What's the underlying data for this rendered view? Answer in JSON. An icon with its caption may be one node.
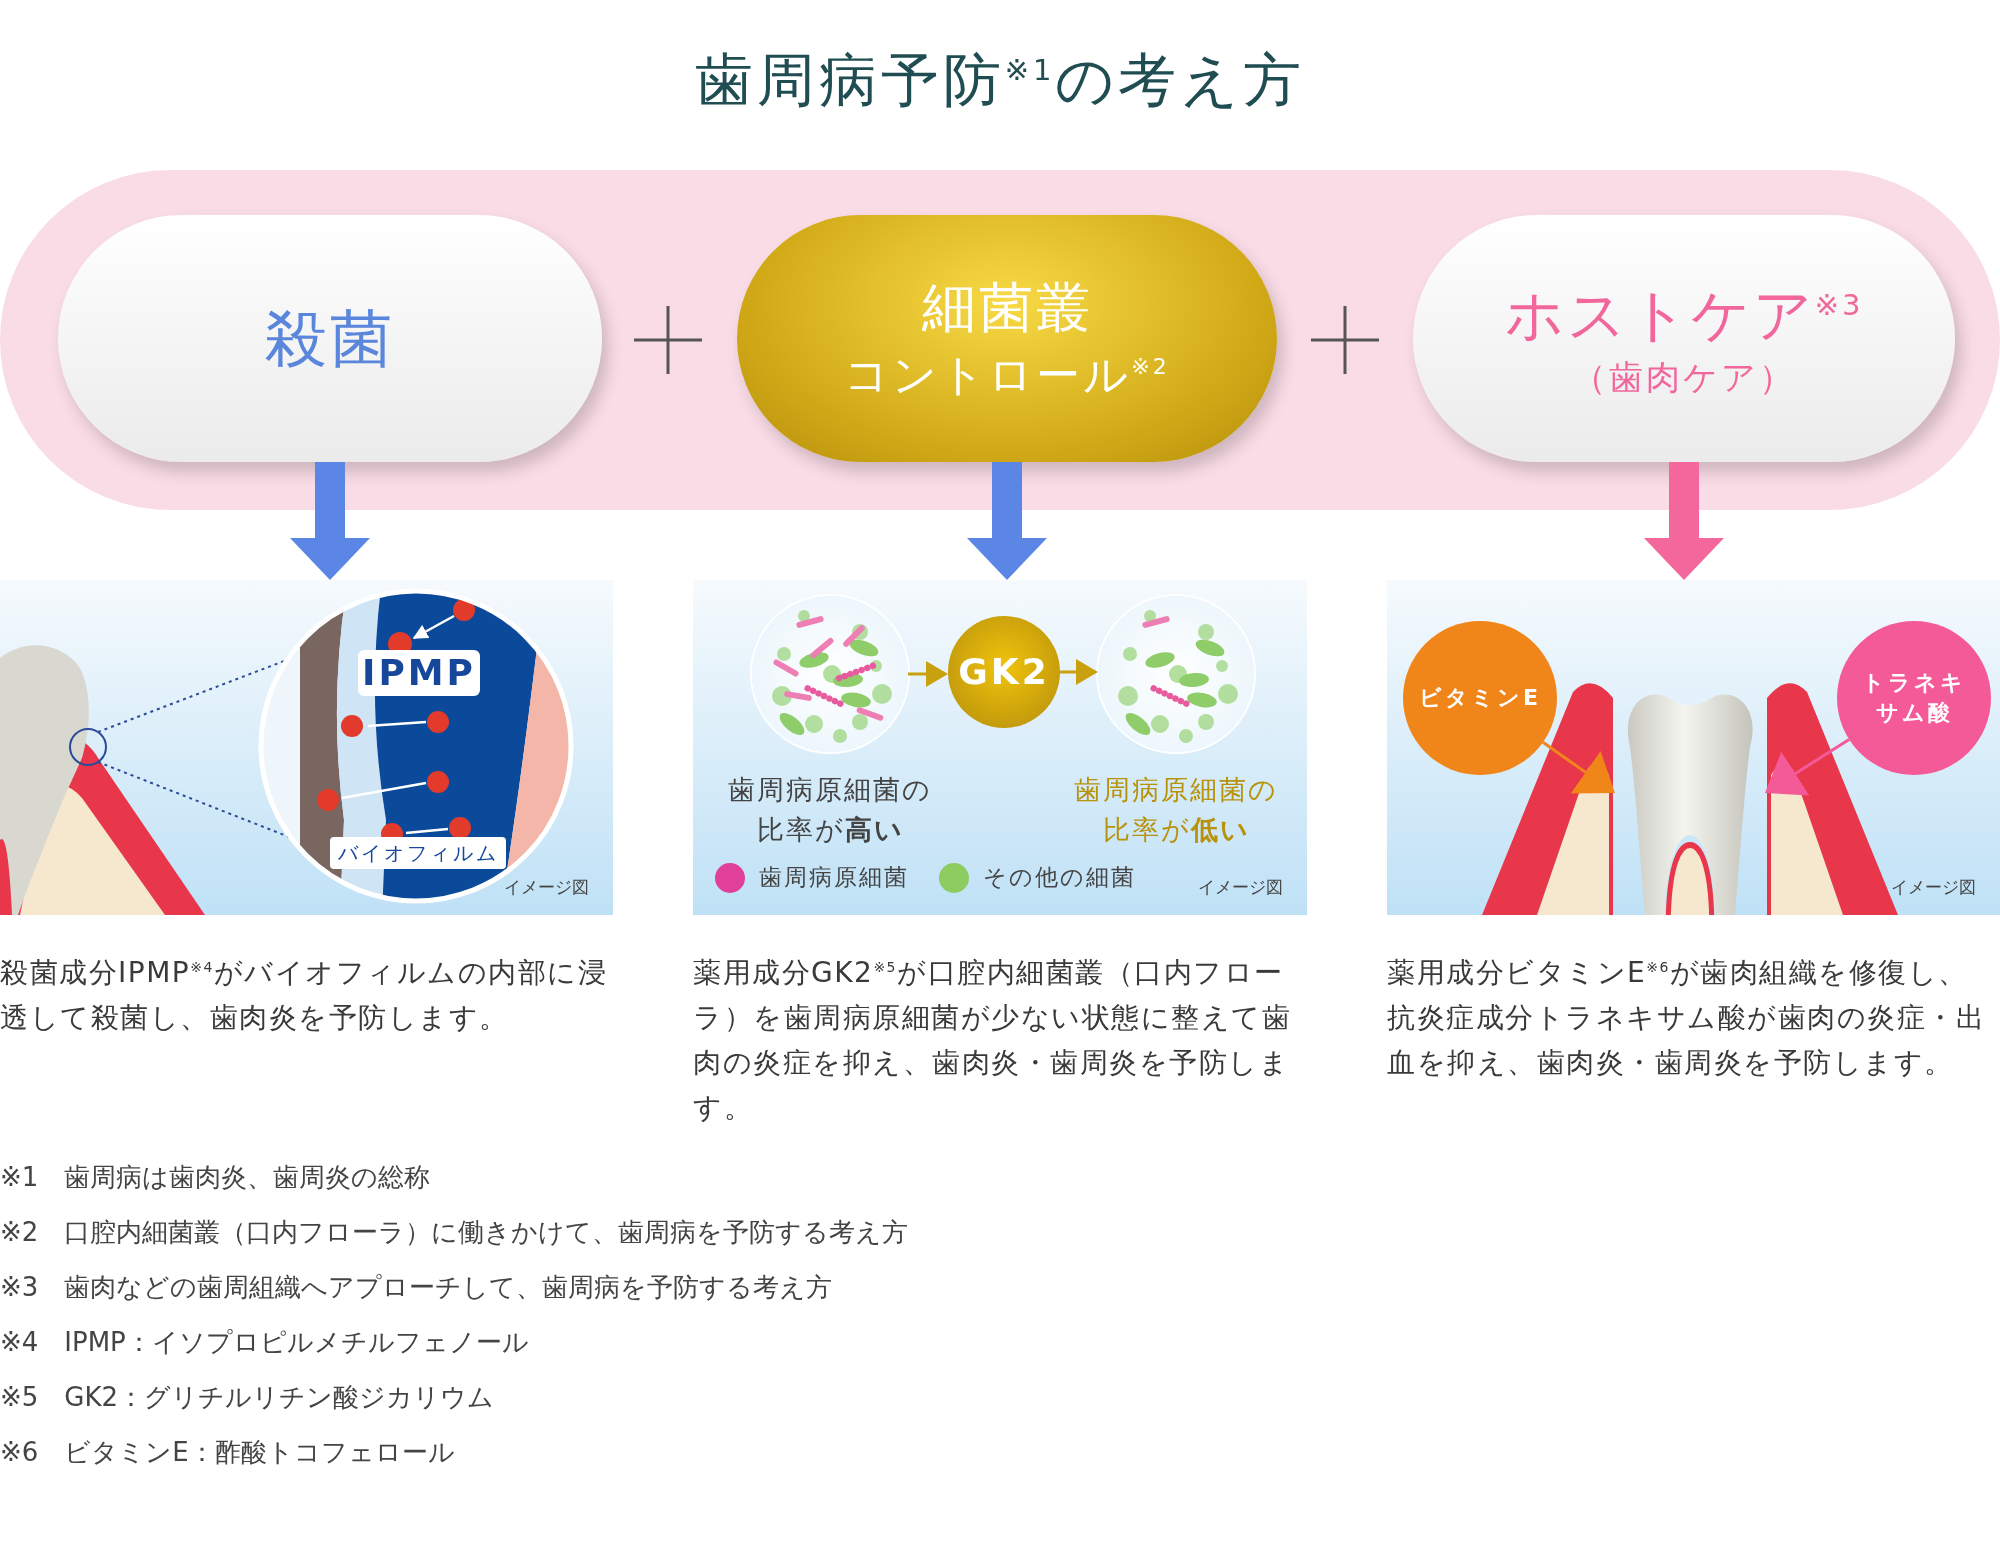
{
  "diagram": {
    "title": "歯周病予防$^{※1}$の考え方",
    "nodes": [
      {
        "text": [
          "殺菌"
        ]
      },
      {
        "text": [
          "細菌叢",
          "コントロール$^{※2}$"
        ]
      },
      {
        "text": [
          "ホストケア$^{※3}$",
          "（歯肉ケア）"
        ]
      },
      {
        "text": [],
        "shape": "picture"
      },
      {
        "text": [
          "IPMP"
        ],
        "in": 3
      },
      {
        "text": [
          "バイオフィルム"
        ],
        "in": 3
      },
      {
        "text": [],
        "shape": "picture"
      },
      {
        "text": [],
        "shape": "circle",
        "in": 6,
        "beside": [
          "歯周病原細菌の比率が**高い**"
        ]
      },
      {
        "text": [
          "GK2"
        ],
        "in": 6
      },
      {
        "text": [],
        "shape": "circle",
        "in": 6,
        "beside": [
          "歯周病原細菌の比率が**低い**"
        ]
      },
      {
        "text": [],
        "shape": "picture"
      },
      {
        "text": [
          "ビタミンE"
        ],
        "in": 10
      },
      {
        "text": [
          "トラネキサム酸"
        ],
        "in": 10
      },
      {
        "text": [],
        "shape": "picture",
        "in": 10
      }
    ],
    "edges": [
      {
        "from": 0,
        "to": 3,
        "arrow": "to",
        "style": "thick",
        "color": "#5b86e5"
      },
      {
        "from": 1,
        "to": 6,
        "arrow": "to",
        "style": "thick",
        "color": "#5b86e5"
      },
      {
        "from": 2,
        "to": 10,
        "arrow": "to",
        "style": "thick",
        "color": "#f4679c"
      },
      {
        "from": 7,
        "to": 8,
        "arrow": "to",
        "color": "#c9a00e"
      },
      {
        "from": 8,
        "to": 9,
        "arrow": "to",
        "color": "#c9a00e"
      },
      {
        "from": 11,
        "to": 13,
        "arrow": "to",
        "color": "#f0851a"
      },
      {
        "from": 12,
        "to": 13,
        "arrow": "to",
        "color": "#f55a98"
      }
    ],
    "labels": [
      "イメージ図",
      "イメージ図",
      "イメージ図",
      "殺菌成分IPMP$^{※4}$がバイオフィルムの内部に浸透して殺菌し、歯肉炎を予防します。",
      "薬用成分GK2$^{※5}$が口腔内細菌叢（口内フローラ）を歯周病原細菌が少ない状態に整えて歯肉の炎症を抑え、歯肉炎・歯周炎を予防します。",
      "薬用成分ビタミンE$^{※6}$が歯肉組織を修復し、抗炎症成分トラネキサム酸が歯肉の炎症・出血を抑え、歯肉炎・歯周炎を予防します。",
      "※1　歯周病は歯肉炎、歯周炎の総称",
      "※2　口腔内細菌叢（口内フローラ）に働きかけて、歯周病を予防する考え方",
      "※3　歯肉などの歯周組織へアプローチして、歯周病を予防する考え方",
      "※4　IPMP：イソプロピルメチルフェノール",
      "※5　GK2：グリチルリチン酸ジカリウム",
      "※6　ビタミンE：酢酸トコフェロール"
    ],
    "legend": [
      {
        "text": "歯周病原細菌",
        "color": "#e0409a"
      },
      {
        "text": "その他の細菌",
        "color": "#8ccc60"
      }
    ]
  }
}
